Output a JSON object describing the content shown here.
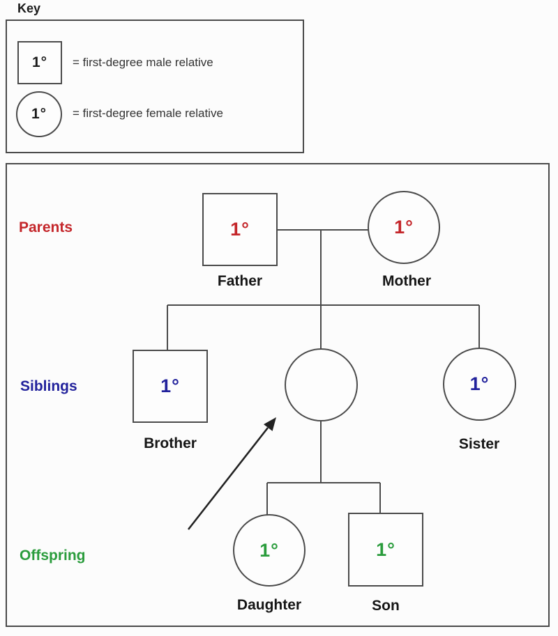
{
  "key": {
    "title": "Key",
    "entries": [
      {
        "shape": "square",
        "symbol": "1°",
        "label": "= first-degree male relative"
      },
      {
        "shape": "circle",
        "symbol": "1°",
        "label": "= first-degree female relative"
      }
    ]
  },
  "diagram": {
    "row_labels": {
      "parents": "Parents",
      "siblings": "Siblings",
      "offspring": "Offspring"
    },
    "individuals": {
      "father": {
        "shape": "square",
        "symbol": "1°",
        "label": "Father"
      },
      "mother": {
        "shape": "circle",
        "symbol": "1°",
        "label": "Mother"
      },
      "brother": {
        "shape": "square",
        "symbol": "1°",
        "label": "Brother"
      },
      "proband": {
        "shape": "circle",
        "symbol": "",
        "label": ""
      },
      "sister": {
        "shape": "circle",
        "symbol": "1°",
        "label": "Sister"
      },
      "daughter": {
        "shape": "circle",
        "symbol": "1°",
        "label": "Daughter"
      },
      "son": {
        "shape": "square",
        "symbol": "1°",
        "label": "Son"
      }
    }
  },
  "colors": {
    "parents": "#c4262a",
    "siblings": "#22229c",
    "offspring": "#2a9c3c",
    "line": "#4a4a4a"
  }
}
